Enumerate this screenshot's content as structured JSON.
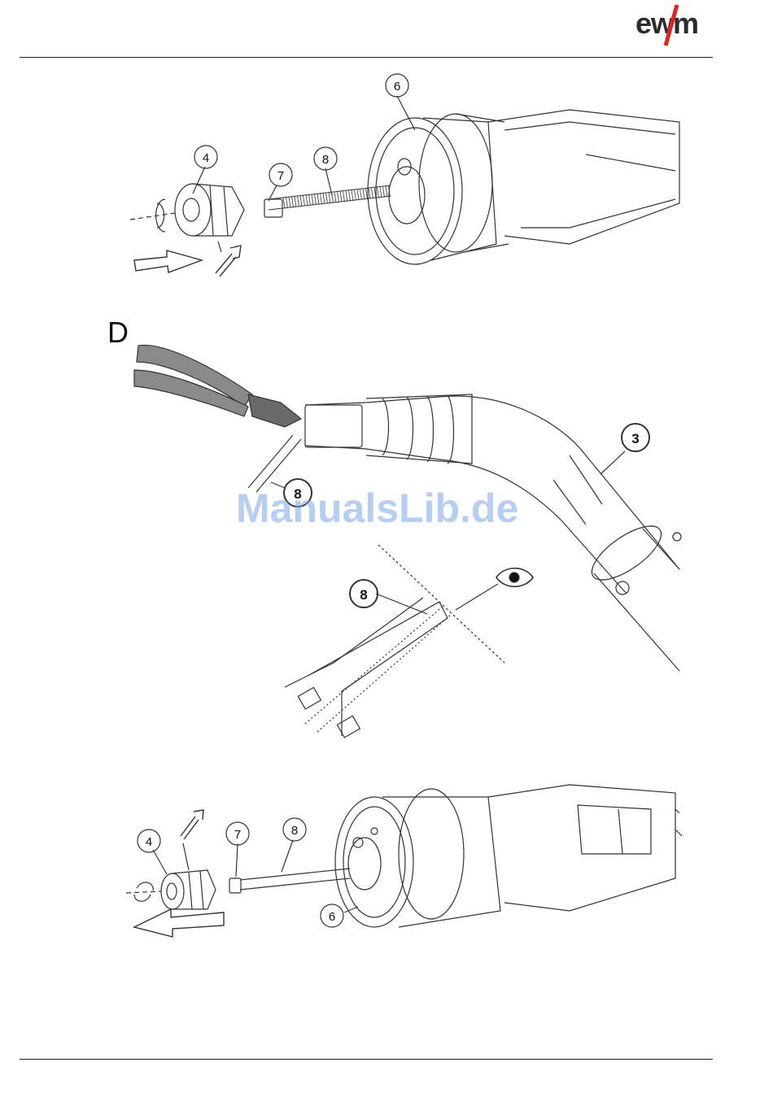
{
  "header": {
    "brand": "ewm"
  },
  "section": {
    "letter": "D"
  },
  "watermark": {
    "text": "ManualsLib.de"
  },
  "figure1": {
    "callouts": [
      "4",
      "6",
      "7",
      "8"
    ]
  },
  "figure2": {
    "callouts": [
      "3",
      "8",
      "8"
    ]
  },
  "figure3": {
    "callouts": [
      "4",
      "7",
      "8",
      "6"
    ]
  }
}
